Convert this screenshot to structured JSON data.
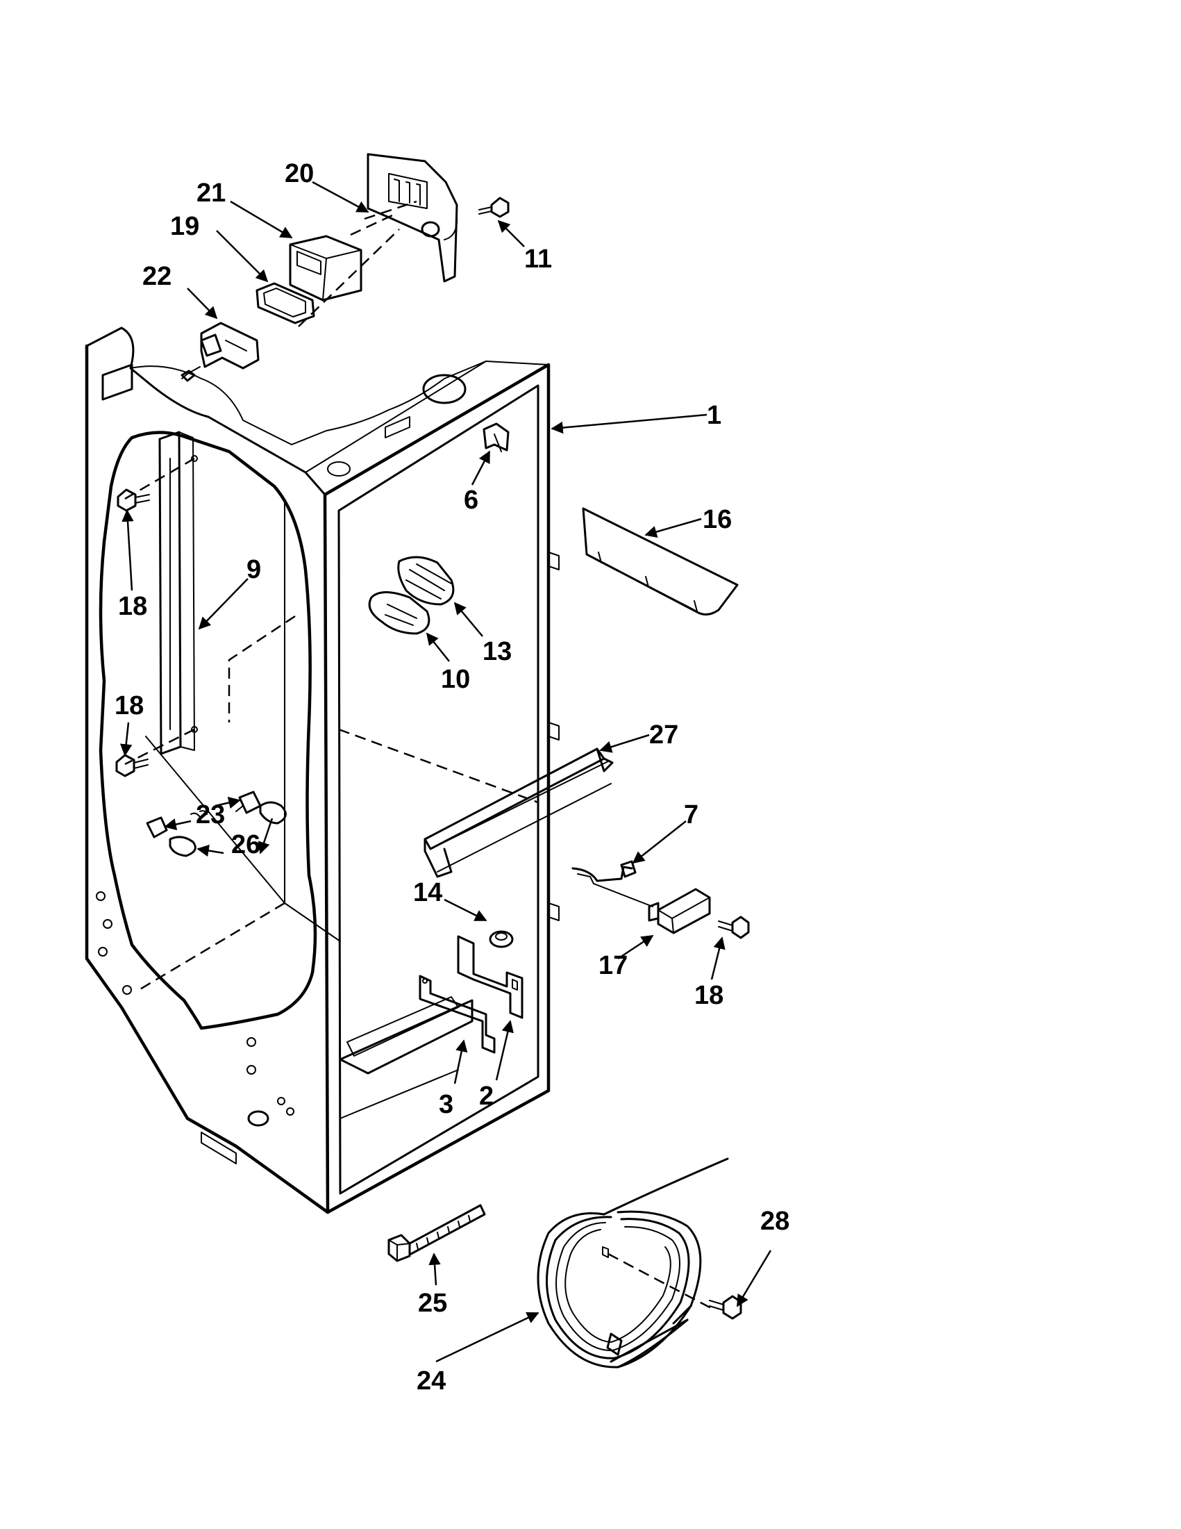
{
  "callouts": [
    {
      "id": "c1",
      "text": "1"
    },
    {
      "id": "c2",
      "text": "2"
    },
    {
      "id": "c3",
      "text": "3"
    },
    {
      "id": "c6",
      "text": "6"
    },
    {
      "id": "c7",
      "text": "7"
    },
    {
      "id": "c9",
      "text": "9"
    },
    {
      "id": "c10",
      "text": "10"
    },
    {
      "id": "c11",
      "text": "11"
    },
    {
      "id": "c13",
      "text": "13"
    },
    {
      "id": "c14",
      "text": "14"
    },
    {
      "id": "c16",
      "text": "16"
    },
    {
      "id": "c17",
      "text": "17"
    },
    {
      "id": "c18a",
      "text": "18"
    },
    {
      "id": "c18b",
      "text": "18"
    },
    {
      "id": "c18c",
      "text": "18"
    },
    {
      "id": "c19",
      "text": "19"
    },
    {
      "id": "c20",
      "text": "20"
    },
    {
      "id": "c21",
      "text": "21"
    },
    {
      "id": "c22",
      "text": "22"
    },
    {
      "id": "c23",
      "text": "23"
    },
    {
      "id": "c24",
      "text": "24"
    },
    {
      "id": "c25",
      "text": "25"
    },
    {
      "id": "c26",
      "text": "26"
    },
    {
      "id": "c27",
      "text": "27"
    },
    {
      "id": "c28",
      "text": "28"
    }
  ]
}
